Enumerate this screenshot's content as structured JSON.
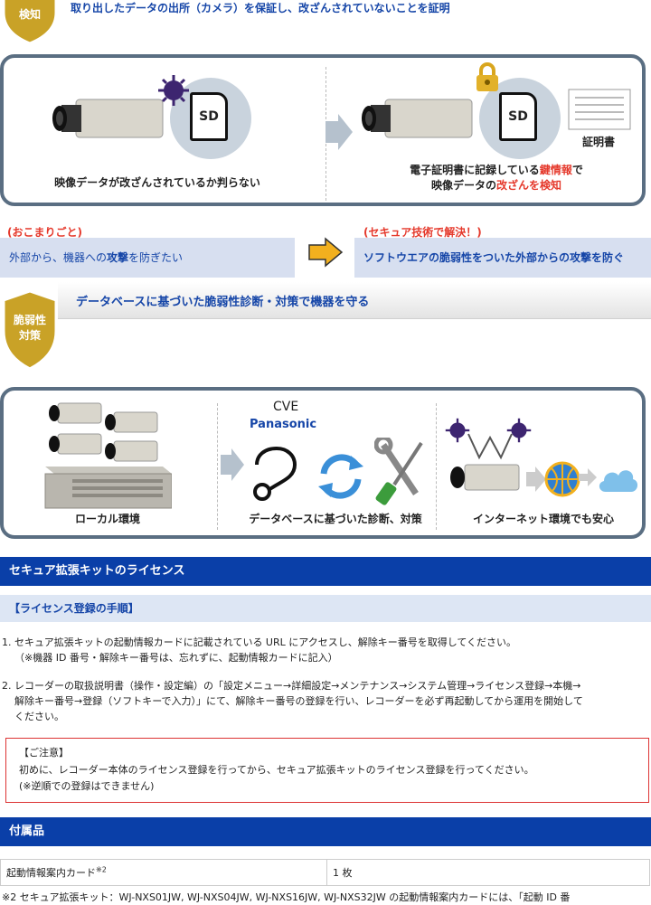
{
  "verify": {
    "badge": "検知",
    "banner": "取り出したデータの出所（カメラ）を保証し、改ざんされていないことを証明",
    "sd_label": "SD",
    "cert_label": "証明書",
    "left_caption": "映像データが改ざんされているか判らない",
    "right_caption_1a": "電子証明書に記録している",
    "right_caption_1b": "鍵情報",
    "right_caption_1c": "で",
    "right_caption_2a": "映像データの",
    "right_caption_2b": "改ざんを検知"
  },
  "problem": {
    "label_left": "(おこまりごと)",
    "label_right": "(セキュア技術で解決！)",
    "text_left_a": "外部から、機器への",
    "text_left_b": "攻撃",
    "text_left_c": "を防ぎたい",
    "text_right": "ソフトウエアの脆弱性をついた外部からの攻撃を防ぐ"
  },
  "vuln": {
    "badge_line1": "脆弱性",
    "badge_line2": "対策",
    "banner": "データベースに基づいた脆弱性診断・対策で機器を守る",
    "cve": "CVE",
    "brand": "Panasonic",
    "cap_local": "ローカル環境",
    "cap_db": "データベースに基づいた診断、対策",
    "cap_internet": "インターネット環境でも安心"
  },
  "license": {
    "heading": "セキュア拡張キットのライセンス",
    "subheading": "【ライセンス登録の手順】",
    "step1_line1": "1. セキュア拡張キットの起動情報カードに記載されている URL にアクセスし、解除キー番号を取得してください。",
    "step1_line2": "（※機器 ID 番号・解除キー番号は、忘れずに、起動情報カードに記入）",
    "step2_line1": "2. レコーダーの取扱説明書（操作・設定編）の「設定メニュー→詳細設定→メンテナンス→システム管理→ライセンス登録→本機→",
    "step2_line2": "解除キー番号→登録（ソフトキーで入力）」にて、解除キー番号の登録を行い、レコーダーを必ず再起動してから運用を開始して",
    "step2_line3": "ください。",
    "notice_title": "【ご注意】",
    "notice_line1": "初めに、レコーダー本体のライセンス登録を行ってから、セキュア拡張キットのライセンス登録を行ってください。",
    "notice_line2": "(※逆順での登録はできません)"
  },
  "accessories": {
    "heading": "付属品",
    "item_name": "起動情報案内カード",
    "item_note_mark": "※2",
    "item_qty": "1 枚",
    "footnote": "※2 セキュア拡張キット：WJ-NXS01JW, WJ-NXS04JW, WJ-NXS16JW, WJ-NXS32JW の起動情報案内カードには、「起動 ID 番"
  },
  "colors": {
    "accent_blue": "#1646a8",
    "header_blue": "#0a3fa8",
    "alert_red": "#e5392c",
    "badge_gold": "#c9a227",
    "panel_border": "#5a6e82"
  }
}
